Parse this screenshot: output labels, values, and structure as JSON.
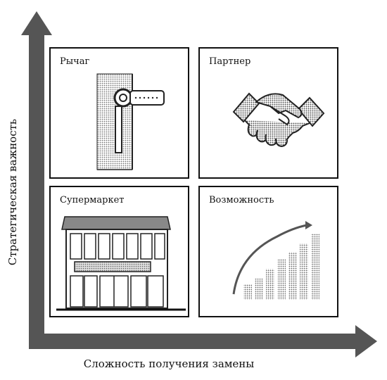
{
  "axes": {
    "y_label": "Стратегическая важность",
    "x_label": "Сложность получения замены"
  },
  "quadrants": {
    "top_left": {
      "label": "Рычаг",
      "icon": "lever-key-icon"
    },
    "top_right": {
      "label": "Партнер",
      "icon": "handshake-icon"
    },
    "bottom_left": {
      "label": "Супермаркет",
      "icon": "store-building-icon"
    },
    "bottom_right": {
      "label": "Возможность",
      "icon": "growth-bar-chart-icon"
    }
  },
  "colors": {
    "ink": "#111111",
    "arrow": "#555555",
    "stipple": "#9a9a9a",
    "background": "#ffffff"
  }
}
